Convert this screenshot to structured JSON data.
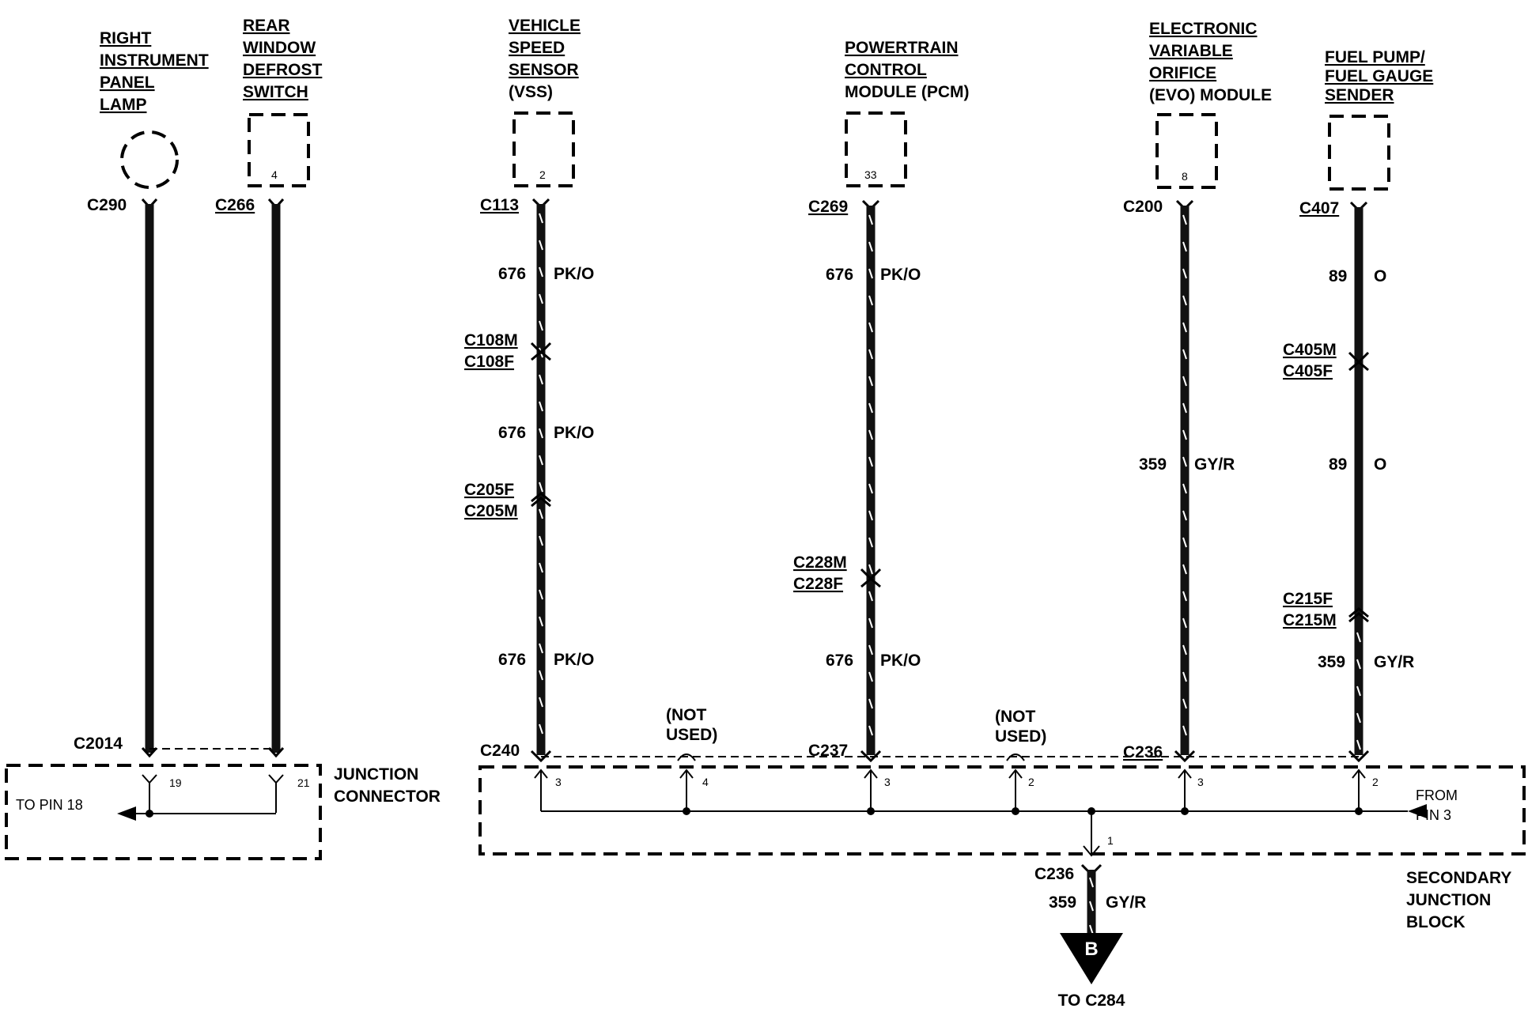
{
  "components": {
    "right_panel_lamp": {
      "lines": [
        "RIGHT",
        "INSTRUMENT",
        "PANEL",
        "LAMP"
      ],
      "connector": "C290"
    },
    "rear_defrost": {
      "lines": [
        "REAR",
        "WINDOW",
        "DEFROST",
        "SWITCH"
      ],
      "connector": "C266",
      "pin": "4"
    },
    "vss": {
      "lines": [
        "VEHICLE",
        "SPEED",
        "SENSOR",
        "(VSS)"
      ],
      "connector": "C113",
      "pin": "2"
    },
    "pcm": {
      "lines": [
        "POWERTRAIN",
        "CONTROL",
        "MODULE (PCM)"
      ],
      "connector": "C269",
      "pin": "33"
    },
    "evo": {
      "lines": [
        "ELECTRONIC",
        "VARIABLE",
        "ORIFICE",
        "(EVO) MODULE"
      ],
      "connector": "C200",
      "pin": "8"
    },
    "fuel_pump": {
      "lines": [
        "FUEL PUMP/",
        "FUEL GAUGE",
        "SENDER"
      ],
      "connector": "C407"
    }
  },
  "wires": {
    "vss_seg1": {
      "circuit": "676",
      "color": "PK/O"
    },
    "vss_seg2": {
      "circuit": "676",
      "color": "PK/O"
    },
    "vss_seg3": {
      "circuit": "676",
      "color": "PK/O"
    },
    "pcm_seg1": {
      "circuit": "676",
      "color": "PK/O"
    },
    "pcm_seg2": {
      "circuit": "676",
      "color": "PK/O"
    },
    "evo_seg": {
      "circuit": "359",
      "color": "GY/R"
    },
    "fuel_seg1": {
      "circuit": "89",
      "color": "O"
    },
    "fuel_seg2": {
      "circuit": "89",
      "color": "O"
    },
    "fuel_seg3": {
      "circuit": "359",
      "color": "GY/R"
    },
    "output_seg": {
      "circuit": "359",
      "color": "GY/R"
    }
  },
  "inline_connectors": {
    "c108m": "C108M",
    "c108f": "C108F",
    "c205f": "C205F",
    "c205m": "C205M",
    "c228m": "C228M",
    "c228f": "C228F",
    "c405m": "C405M",
    "c405f": "C405F",
    "c215f": "C215F",
    "c215m": "C215M"
  },
  "junction_connector": {
    "label_lines": [
      "JUNCTION",
      "CONNECTOR"
    ],
    "connector": "C2014",
    "pin_a": "19",
    "pin_b": "21",
    "to_pin": "TO PIN 18"
  },
  "secondary_block": {
    "label_lines": [
      "SECONDARY",
      "JUNCTION",
      "BLOCK"
    ],
    "conn_vss": "C240",
    "conn_pcm": "C237",
    "conn_evo": "C236",
    "not_used_lines": [
      "(NOT",
      "USED)"
    ],
    "pin_vss": "3",
    "pin_nu1": "4",
    "pin_pcm": "3",
    "pin_nu2": "2",
    "pin_evo": "3",
    "pin_fuel": "2",
    "from_pin_lines": [
      "FROM",
      "PIN 3"
    ],
    "out_pin": "1",
    "out_connector": "C236"
  },
  "output": {
    "marker": "B",
    "to": "TO C284"
  }
}
